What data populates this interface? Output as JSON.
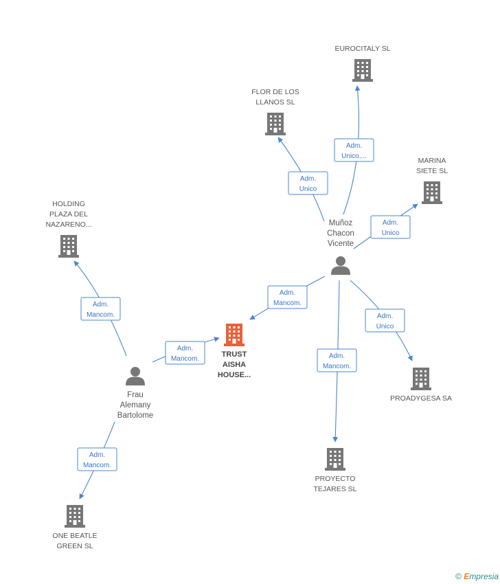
{
  "colors": {
    "edge": "#4a86d0",
    "company": "#777777",
    "company_main": "#e8613a",
    "person": "#777777"
  },
  "companies": [
    {
      "id": "trust",
      "lines": [
        "TRUST",
        "AISHA",
        "HOUSE..."
      ],
      "main": true
    },
    {
      "id": "eurocitaly",
      "lines": [
        "EUROCITALY SL"
      ]
    },
    {
      "id": "flor",
      "lines": [
        "FLOR DE LOS",
        "LLANOS SL"
      ]
    },
    {
      "id": "marina",
      "lines": [
        "MARINA",
        "SIETE SL"
      ]
    },
    {
      "id": "holding",
      "lines": [
        "HOLDING",
        "PLAZA DEL",
        "NAZARENO..."
      ]
    },
    {
      "id": "proadygesa",
      "lines": [
        "PROADYGESA SA"
      ]
    },
    {
      "id": "proyecto",
      "lines": [
        "PROYECTO",
        "TEJARES SL"
      ]
    },
    {
      "id": "onebeatle",
      "lines": [
        "ONE BEATLE",
        "GREEN SL"
      ]
    }
  ],
  "persons": [
    {
      "id": "munoz",
      "lines": [
        "Muñoz",
        "Chacon",
        "Vicente"
      ]
    },
    {
      "id": "frau",
      "lines": [
        "Frau",
        "Alemany",
        "Bartolome"
      ]
    }
  ],
  "edges": [
    {
      "id": "munoz-eurocitaly",
      "lines": [
        "Adm.",
        "Unico,..."
      ]
    },
    {
      "id": "munoz-flor",
      "lines": [
        "Adm.",
        "Unico"
      ]
    },
    {
      "id": "munoz-marina",
      "lines": [
        "Adm.",
        "Unico"
      ]
    },
    {
      "id": "munoz-trust",
      "lines": [
        "Adm.",
        "Mancom."
      ]
    },
    {
      "id": "munoz-proadygesa",
      "lines": [
        "Adm.",
        "Unico"
      ]
    },
    {
      "id": "munoz-proyecto",
      "lines": [
        "Adm.",
        "Mancom."
      ]
    },
    {
      "id": "frau-trust",
      "lines": [
        "Adm.",
        "Mancom."
      ]
    },
    {
      "id": "frau-holding",
      "lines": [
        "Adm.",
        "Mancom."
      ]
    },
    {
      "id": "frau-onebeatle",
      "lines": [
        "Adm.",
        "Mancom."
      ]
    }
  ],
  "footer": {
    "copyright": "©",
    "brand_initial": "E",
    "brand_rest": "mpresia"
  }
}
